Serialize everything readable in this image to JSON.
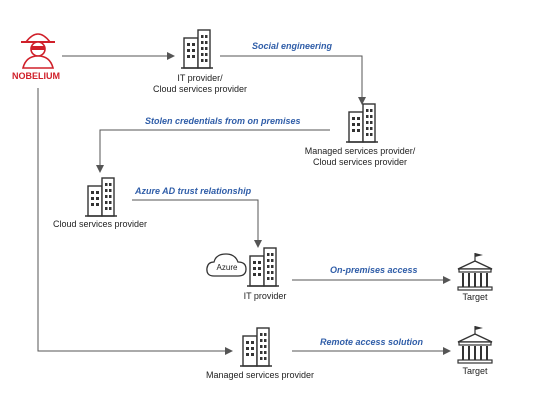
{
  "actor": {
    "name": "NOBELIUM",
    "icon": "hacker-icon",
    "color": "#d0202a"
  },
  "nodes": {
    "it_provider_cloud": {
      "label_line1": "IT provider/",
      "label_line2": "Cloud services provider",
      "icon": "building-icon"
    },
    "msp_cloud": {
      "label_line1": "Managed services provider/",
      "label_line2": "Cloud services provider",
      "icon": "building-icon"
    },
    "cloud_services": {
      "label": "Cloud services provider",
      "icon": "building-icon"
    },
    "it_provider": {
      "label": "IT provider",
      "icon": "building-icon",
      "cloud_badge": "Azure"
    },
    "msp": {
      "label": "Managed services provider",
      "icon": "building-icon"
    },
    "target1": {
      "label": "Target",
      "icon": "bank-icon"
    },
    "target2": {
      "label": "Target",
      "icon": "bank-icon"
    }
  },
  "edges": {
    "social_engineering": "Social engineering",
    "stolen_credentials": "Stolen credentials from on premises",
    "azure_ad_trust": "Azure AD trust relationship",
    "on_premises_access": "On-premises access",
    "remote_access": "Remote access solution"
  },
  "colors": {
    "edge_label": "#2f5da8",
    "line": "#555555",
    "icon": "#333333"
  }
}
